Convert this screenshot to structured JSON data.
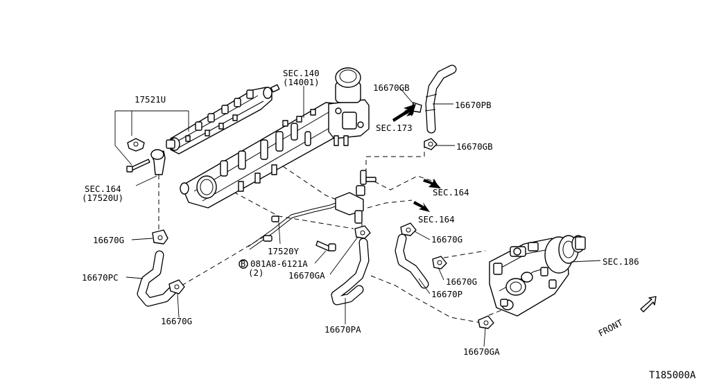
{
  "labels": {
    "p17521u": "17521U",
    "sec140": "SEC.140",
    "sec140_sub": "(14001)",
    "p16670gb_top": "16670GB",
    "p16670pb": "16670PB",
    "sec173": "SEC.173",
    "p16670gb_mid": "16670GB",
    "sec164_left": "SEC.164",
    "sec164_left_sub": "(17520U)",
    "sec164_right1": "SEC.164",
    "sec164_right2": "SEC.164",
    "p16670g_left": "16670G",
    "p16670g_right1": "16670G",
    "p16670g_right2": "16670G",
    "p16670g_bottom": "16670G",
    "p17520y": "17520Y",
    "bolt_circle": "B",
    "bolt_part": "081A8-6121A",
    "bolt_qty": "(2)",
    "p16670ga_mid": "16670GA",
    "p16670ga_bottom": "16670GA",
    "p16670pc": "16670PC",
    "p16670pa": "16670PA",
    "p16670p": "16670P",
    "sec186": "SEC.186",
    "front": "FRONT",
    "figure_id": "T185000A"
  }
}
